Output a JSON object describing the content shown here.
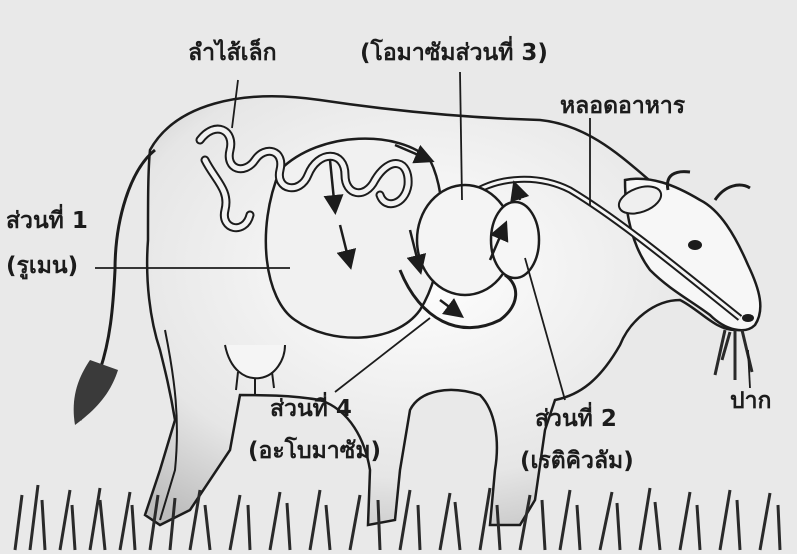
{
  "labels": {
    "small_intestine": "ลำไส้เล็ก",
    "omasum": "(โอมาซัมส่วนที่ 3)",
    "esophagus": "หลอดอาหาร",
    "part1_line1": "ส่วนที่ 1",
    "part1_line2": "(รูเมน)",
    "part4_line1": "ส่วนที่ 4",
    "part4_line2": "(อะโบมาซัม)",
    "part2_line1": "ส่วนที่ 2",
    "part2_line2": "(เรติคิวลัม)",
    "mouth": "ปาก"
  },
  "colors": {
    "background": "#e9e9e9",
    "body_fill": "#f3f3f3",
    "ink": "#1c1c1c",
    "grass": "#2a2a2a"
  }
}
